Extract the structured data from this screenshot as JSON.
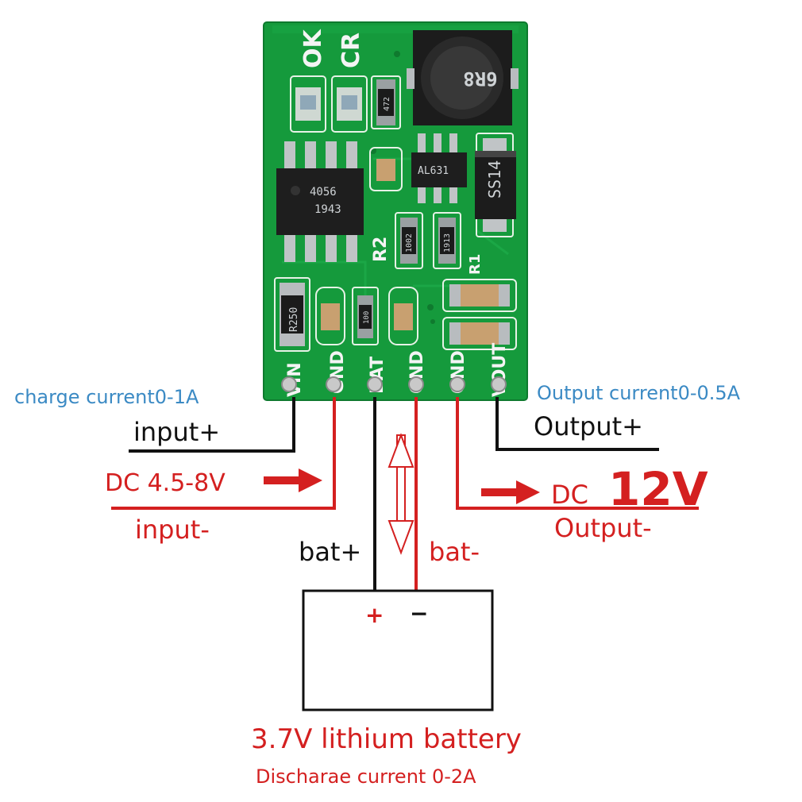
{
  "colors": {
    "pcb": "#159a3c",
    "wire_black": "#111111",
    "wire_red": "#d42020",
    "label_blue": "#3b8ac4"
  },
  "board": {
    "silkscreen_leds": [
      "OK",
      "CR"
    ],
    "pins": [
      "VIN",
      "GND",
      "BAT",
      "GND",
      "GND",
      "VOUT"
    ],
    "chips": {
      "charger_line1": "4056",
      "charger_line2": "1943",
      "boost": "AL631",
      "inductor": "6R8",
      "diode": "SS14",
      "sense_resistor": "R250",
      "resistor_472": "472",
      "resistor_1002": "1002",
      "resistor_1913": "1913",
      "resistor_100": "100"
    },
    "refs": {
      "r2": "R2",
      "r1": "R1"
    }
  },
  "labels": {
    "charge_current": "charge current0-1A",
    "output_current": "Output current0-0.5A",
    "input_plus": "input+",
    "input_minus": "input-",
    "dc_input": "DC 4.5-8V",
    "output_plus": "Output+",
    "dc_out_prefix": "DC",
    "dc_out_value": "12V",
    "output_minus": "Output-",
    "bat_plus": "bat+",
    "bat_minus": "bat-",
    "battery_plus_sign": "+",
    "battery_minus_sign": "−",
    "battery_title": "3.7V lithium battery",
    "discharge_current": "Discharae current 0-2A"
  },
  "icons": [
    "right-arrow-icon",
    "double-headed-arrow-icon"
  ]
}
